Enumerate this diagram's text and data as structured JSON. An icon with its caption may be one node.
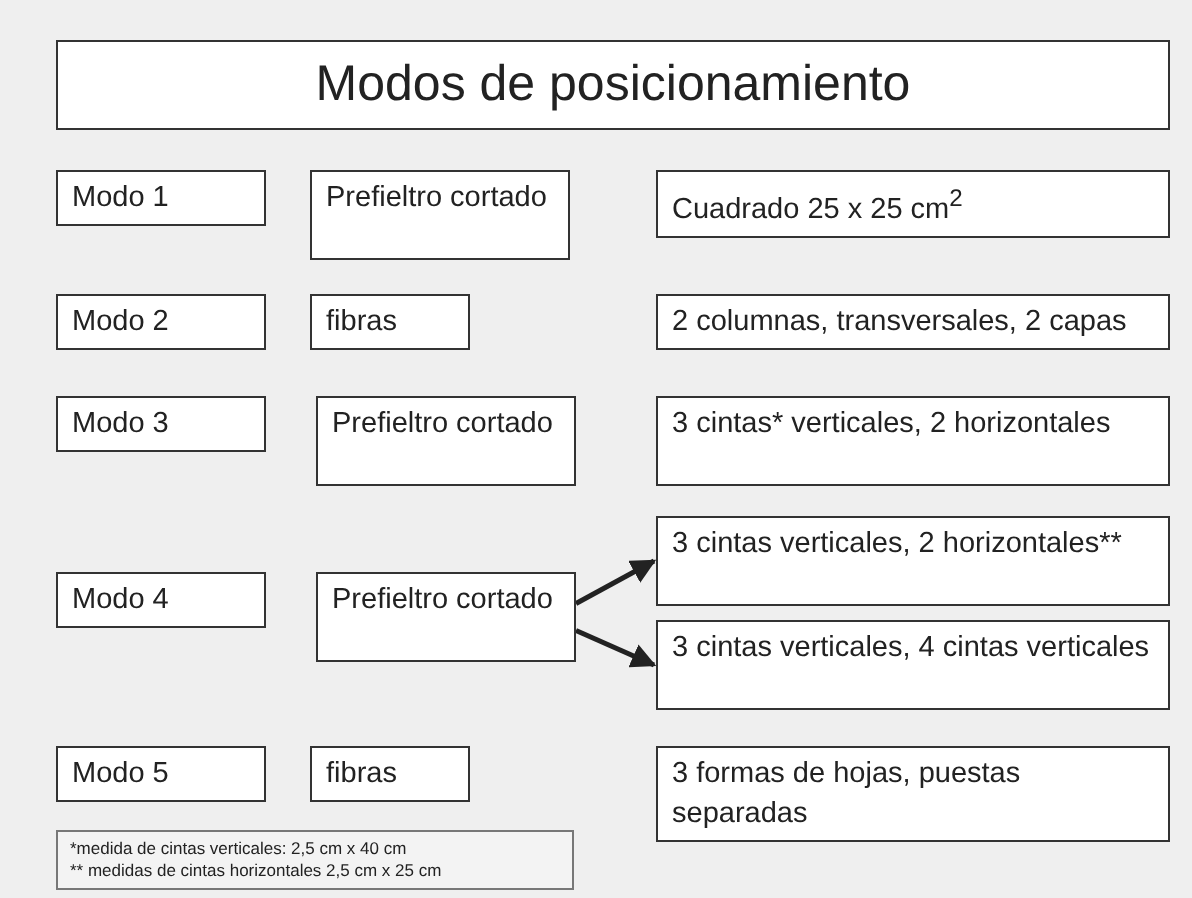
{
  "diagram": {
    "title": "Modos de posicionamiento",
    "nodes": [
      {
        "text": [
          "Modo 1"
        ]
      },
      {
        "text": [
          "Prefieltro cortado"
        ]
      },
      {
        "text": [
          "Cuadrado 25 x 25 cm$^{2}$"
        ]
      },
      {
        "text": [
          "Modo 2"
        ]
      },
      {
        "text": [
          "fibras"
        ]
      },
      {
        "text": [
          "2 columnas, transversales, 2 capas"
        ]
      },
      {
        "text": [
          "Modo 3"
        ]
      },
      {
        "text": [
          "Prefieltro cortado"
        ]
      },
      {
        "text": [
          "3 cintas*  verticales, 2 horizontales"
        ]
      },
      {
        "text": [
          "3 cintas  verticales, 2 horizontales**"
        ]
      },
      {
        "text": [
          "Modo 4"
        ]
      },
      {
        "text": [
          "Prefieltro cortado"
        ]
      },
      {
        "text": [
          "3 cintas verticales, 4 cintas verticales"
        ]
      },
      {
        "text": [
          "Modo 5"
        ]
      },
      {
        "text": [
          "fibras"
        ]
      },
      {
        "text": [
          "3 formas de hojas, puestas separadas"
        ]
      },
      {
        "text": [
          "*medida de cintas verticales:  2,5 cm x 40 cm",
          "** medidas de cintas horizontales 2,5 cm x 25 cm"
        ]
      }
    ],
    "edges": [
      {
        "from": 11,
        "to": 9,
        "arrow": "to"
      },
      {
        "from": 11,
        "to": 12,
        "arrow": "to"
      }
    ]
  }
}
